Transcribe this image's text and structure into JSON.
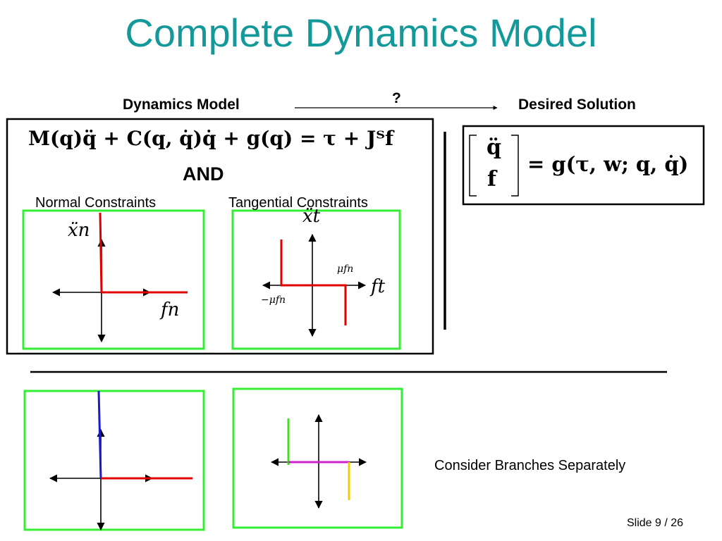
{
  "slide": {
    "title": "Complete Dynamics Model",
    "footer": "Slide 9 / 26"
  },
  "flow": {
    "left_label": "Dynamics Model",
    "question": "?",
    "right_label": "Desired Solution"
  },
  "model_box": {
    "equation": "M(q)q̈ + C(q, q̇)q̇ + g(q) = τ + Jᵀf",
    "and_label": "AND",
    "normal_label": "Normal Constraints",
    "tangential_label": "Tangential Constraints"
  },
  "solution_box": {
    "vector_top": "q̈",
    "vector_bottom": "f",
    "rhs": "= g(τ, w; q, q̇)"
  },
  "normal_plot": {
    "y_axis": "ẍn",
    "x_axis": "fn"
  },
  "tangential_plot": {
    "y_axis": "ẍt",
    "x_axis": "ft",
    "pos_label": "μfn",
    "neg_label": "−μfn"
  },
  "branches_note": "Consider Branches Separately",
  "colors": {
    "title": "#14999a",
    "frame": "#33ee33",
    "red": "#e00000",
    "blue": "#1a1acc",
    "magenta": "#cc22cc",
    "yellow": "#f0cc00",
    "green": "#44dd22"
  }
}
